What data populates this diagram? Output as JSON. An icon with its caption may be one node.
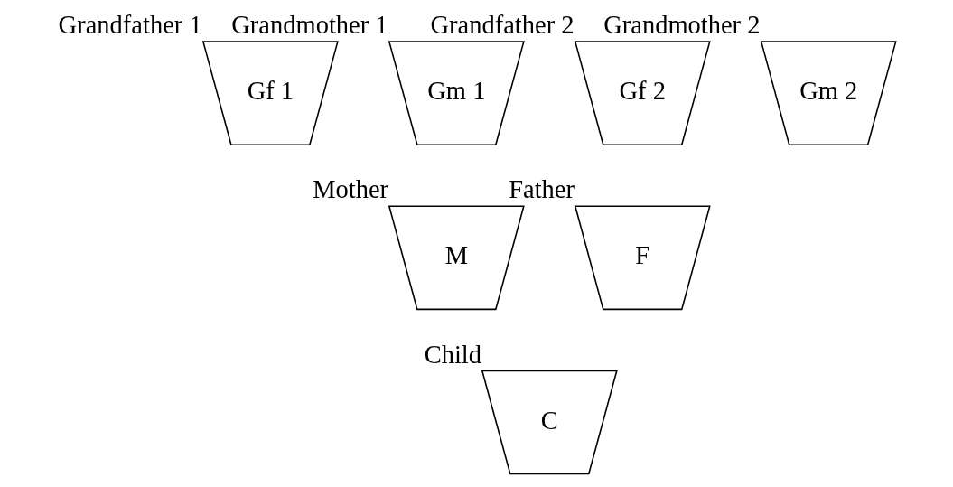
{
  "diagram": {
    "nodes": [
      {
        "text": [
          "Gf 1"
        ],
        "beside": [
          "Grandfather 1"
        ]
      },
      {
        "text": [
          "Gm 1"
        ],
        "beside": [
          "Grandmother 1"
        ]
      },
      {
        "text": [
          "Gf 2"
        ],
        "beside": [
          "Grandfather 2"
        ]
      },
      {
        "text": [
          "Gm 2"
        ],
        "beside": [
          "Grandmother 2"
        ]
      },
      {
        "text": [
          "M"
        ],
        "beside": [
          "Mother"
        ]
      },
      {
        "text": [
          "F"
        ],
        "beside": [
          "Father"
        ]
      },
      {
        "text": [
          "C"
        ],
        "beside": [
          "Child"
        ]
      }
    ],
    "edges": []
  }
}
